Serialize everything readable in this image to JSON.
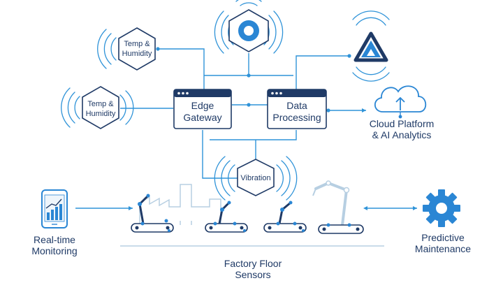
{
  "sensors": {
    "temp_top": {
      "line1": "Temp &",
      "line2": "Humidity"
    },
    "temp_mid": {
      "line1": "Temp &",
      "line2": "Humidity"
    },
    "vibration": {
      "label": "Vibration"
    }
  },
  "nodes": {
    "edge_gateway": {
      "line1": "Edge",
      "line2": "Gateway"
    },
    "data_processing": {
      "line1": "Data",
      "line2": "Processing"
    }
  },
  "outputs": {
    "cloud": {
      "line1": "Cloud Platform",
      "line2": "& AI Analytics"
    },
    "monitoring": {
      "line1": "Real-time",
      "line2": "Monitoring"
    },
    "maintenance": {
      "line1": "Predictive",
      "line2": "Maintenance"
    },
    "factory": {
      "line1": "Factory Floor",
      "line2": "Sensors"
    }
  },
  "icons": {
    "top_hex": "hex-nut-icon",
    "top_right": "warning-triangle-icon",
    "cloud": "cloud-upload-icon",
    "phone": "phone-chart-icon",
    "gear": "gear-icon",
    "factory": "factory-robots-icon"
  },
  "colors": {
    "line": "#2f93d8",
    "dark": "#1f3a66",
    "accent": "#2a86d4",
    "light": "#b7cfe2"
  }
}
